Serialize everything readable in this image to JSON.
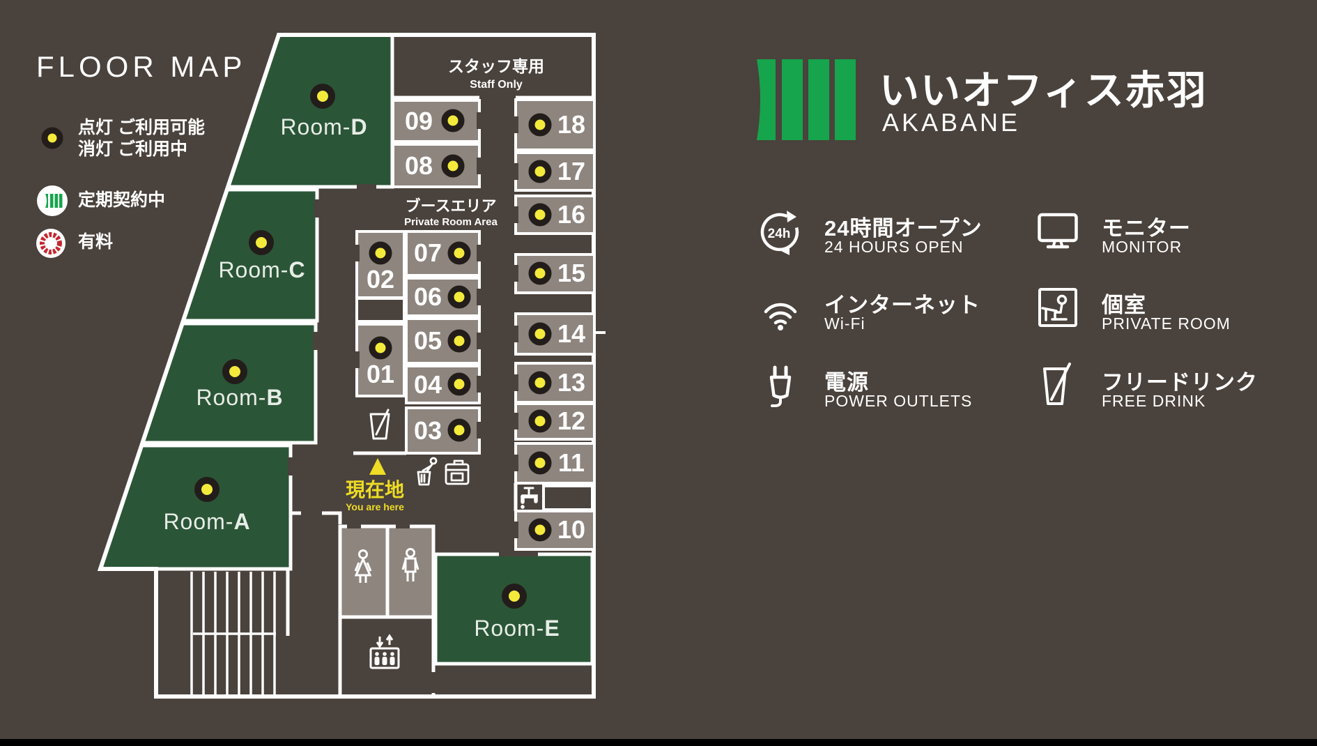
{
  "page": {
    "background": "#4a423c"
  },
  "floor_map": {
    "title": "FLOOR MAP",
    "legend": {
      "status": {
        "line1": "点灯 ご利用可能",
        "line2": "消灯 ご利用中"
      },
      "contract": {
        "label": "定期契約中"
      },
      "charged": {
        "label": "有料"
      }
    },
    "areas": {
      "staff_jp": "スタッフ専用",
      "staff_en": "Staff Only",
      "booth_jp": "ブースエリア",
      "booth_en": "Private Room Area"
    },
    "you_are_here": {
      "jp": "現在地",
      "en": "You are here"
    },
    "rooms": {
      "d": {
        "prefix": "Room-",
        "letter": "D",
        "status": "lit"
      },
      "c": {
        "prefix": "Room-",
        "letter": "C",
        "status": "lit"
      },
      "b": {
        "prefix": "Room-",
        "letter": "B",
        "status": "lit"
      },
      "a": {
        "prefix": "Room-",
        "letter": "A",
        "status": "lit"
      },
      "e": {
        "prefix": "Room-",
        "letter": "E",
        "status": "lit"
      }
    },
    "booths": [
      {
        "label": "01",
        "status": "lit"
      },
      {
        "label": "02",
        "status": "lit"
      },
      {
        "label": "03",
        "status": "lit"
      },
      {
        "label": "04",
        "status": "lit"
      },
      {
        "label": "05",
        "status": "lit"
      },
      {
        "label": "06",
        "status": "lit"
      },
      {
        "label": "07",
        "status": "lit"
      },
      {
        "label": "08",
        "status": "lit"
      },
      {
        "label": "09",
        "status": "lit"
      },
      {
        "label": "10",
        "status": "lit"
      },
      {
        "label": "11",
        "status": "lit"
      },
      {
        "label": "12",
        "status": "lit"
      },
      {
        "label": "13",
        "status": "lit"
      },
      {
        "label": "14",
        "status": "lit"
      },
      {
        "label": "15",
        "status": "lit"
      },
      {
        "label": "16",
        "status": "lit"
      },
      {
        "label": "17",
        "status": "lit"
      },
      {
        "label": "18",
        "status": "lit"
      }
    ]
  },
  "brand": {
    "name_jp": "いいオフィス赤羽",
    "name_en": "AKABANE"
  },
  "amenities": {
    "open24": {
      "jp": "24時間オープン",
      "en": "24 HOURS OPEN",
      "icon_label": "24h"
    },
    "internet": {
      "jp": "インターネット",
      "en": "Wi-Fi"
    },
    "power": {
      "jp": "電源",
      "en": "POWER OUTLETS"
    },
    "monitor": {
      "jp": "モニター",
      "en": "MONITOR"
    },
    "private_room": {
      "jp": "個室",
      "en": "PRIVATE ROOM"
    },
    "free_drink": {
      "jp": "フリードリンク",
      "en": "FREE DRINK"
    }
  },
  "colors": {
    "accent_green": "#16a54c",
    "room_green": "#2b5537",
    "booth_gray": "#8d857e",
    "dot_yellow": "#f4ea3c",
    "marker_yellow": "#eedc25",
    "charged_red": "#c4272e"
  }
}
